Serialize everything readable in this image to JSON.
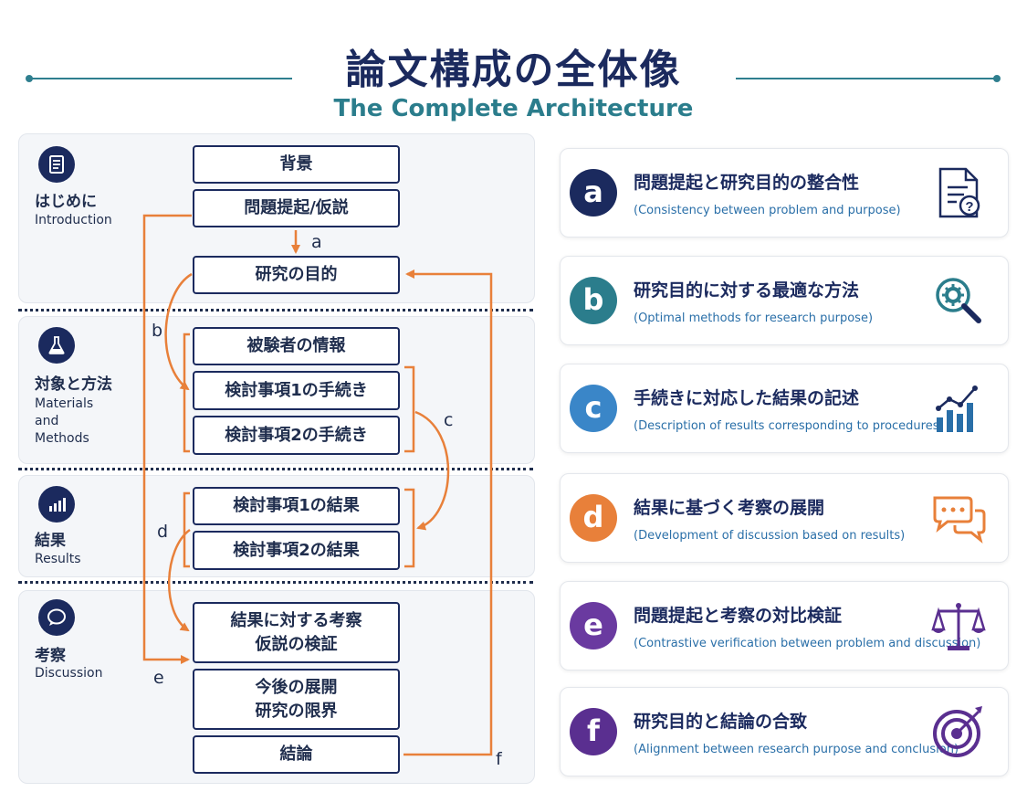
{
  "header": {
    "title": "論文構成の全体像",
    "subtitle": "The Complete Architecture"
  },
  "colors": {
    "navy": "#1b2a5e",
    "teal": "#2b7d8c",
    "arrow_orange": "#e8803a",
    "circle_a": "#1b2a5e",
    "circle_b": "#2b7d8c",
    "circle_c": "#3a86c8",
    "circle_d": "#e8803a",
    "circle_e": "#6a3aa0",
    "circle_f": "#5a2f90"
  },
  "sections": [
    {
      "icon": "document-icon",
      "jp": "はじめに",
      "en": "Introduction"
    },
    {
      "icon": "flask-icon",
      "jp": "対象と方法",
      "en": "Materials and Methods",
      "en_lines": [
        "Materials",
        "and",
        "Methods"
      ]
    },
    {
      "icon": "bar-chart-icon",
      "jp": "結果",
      "en": "Results"
    },
    {
      "icon": "speech-bubble-icon",
      "jp": "考察",
      "en": "Discussion"
    }
  ],
  "flow_boxes": {
    "background": "背景",
    "problem": "問題提起/仮説",
    "purpose": "研究の目的",
    "subjects": "被験者の情報",
    "proc1": "検討事項1の手続き",
    "proc2": "検討事項2の手続き",
    "res1": "検討事項1の結果",
    "res2": "検討事項2の結果",
    "disc1_line1": "結果に対する考察",
    "disc1_line2": "仮説の検証",
    "future_line1": "今後の展開",
    "future_line2": "研究の限界",
    "conclusion": "結論"
  },
  "arrow_labels": {
    "a": "a",
    "b": "b",
    "c": "c",
    "d": "d",
    "e": "e",
    "f": "f"
  },
  "cards": [
    {
      "letter": "a",
      "jp": "問題提起と研究目的の整合性",
      "en": "(Consistency between problem and purpose)",
      "icon": "document-question-icon"
    },
    {
      "letter": "b",
      "jp": "研究目的に対する最適な方法",
      "en": "(Optimal methods for research purpose)",
      "icon": "magnifier-gear-icon"
    },
    {
      "letter": "c",
      "jp": "手続きに対応した結果の記述",
      "en": "(Description of results corresponding to procedures)",
      "icon": "growth-chart-icon"
    },
    {
      "letter": "d",
      "jp": "結果に基づく考察の展開",
      "en": "(Development of discussion based on results)",
      "icon": "chat-bubbles-icon"
    },
    {
      "letter": "e",
      "jp": "問題提起と考察の対比検証",
      "en": "(Contrastive verification between problem and discussion)",
      "icon": "balance-scale-icon"
    },
    {
      "letter": "f",
      "jp": "研究目的と結論の合致",
      "en": "(Alignment between research purpose and conclusion)",
      "icon": "target-icon"
    }
  ]
}
